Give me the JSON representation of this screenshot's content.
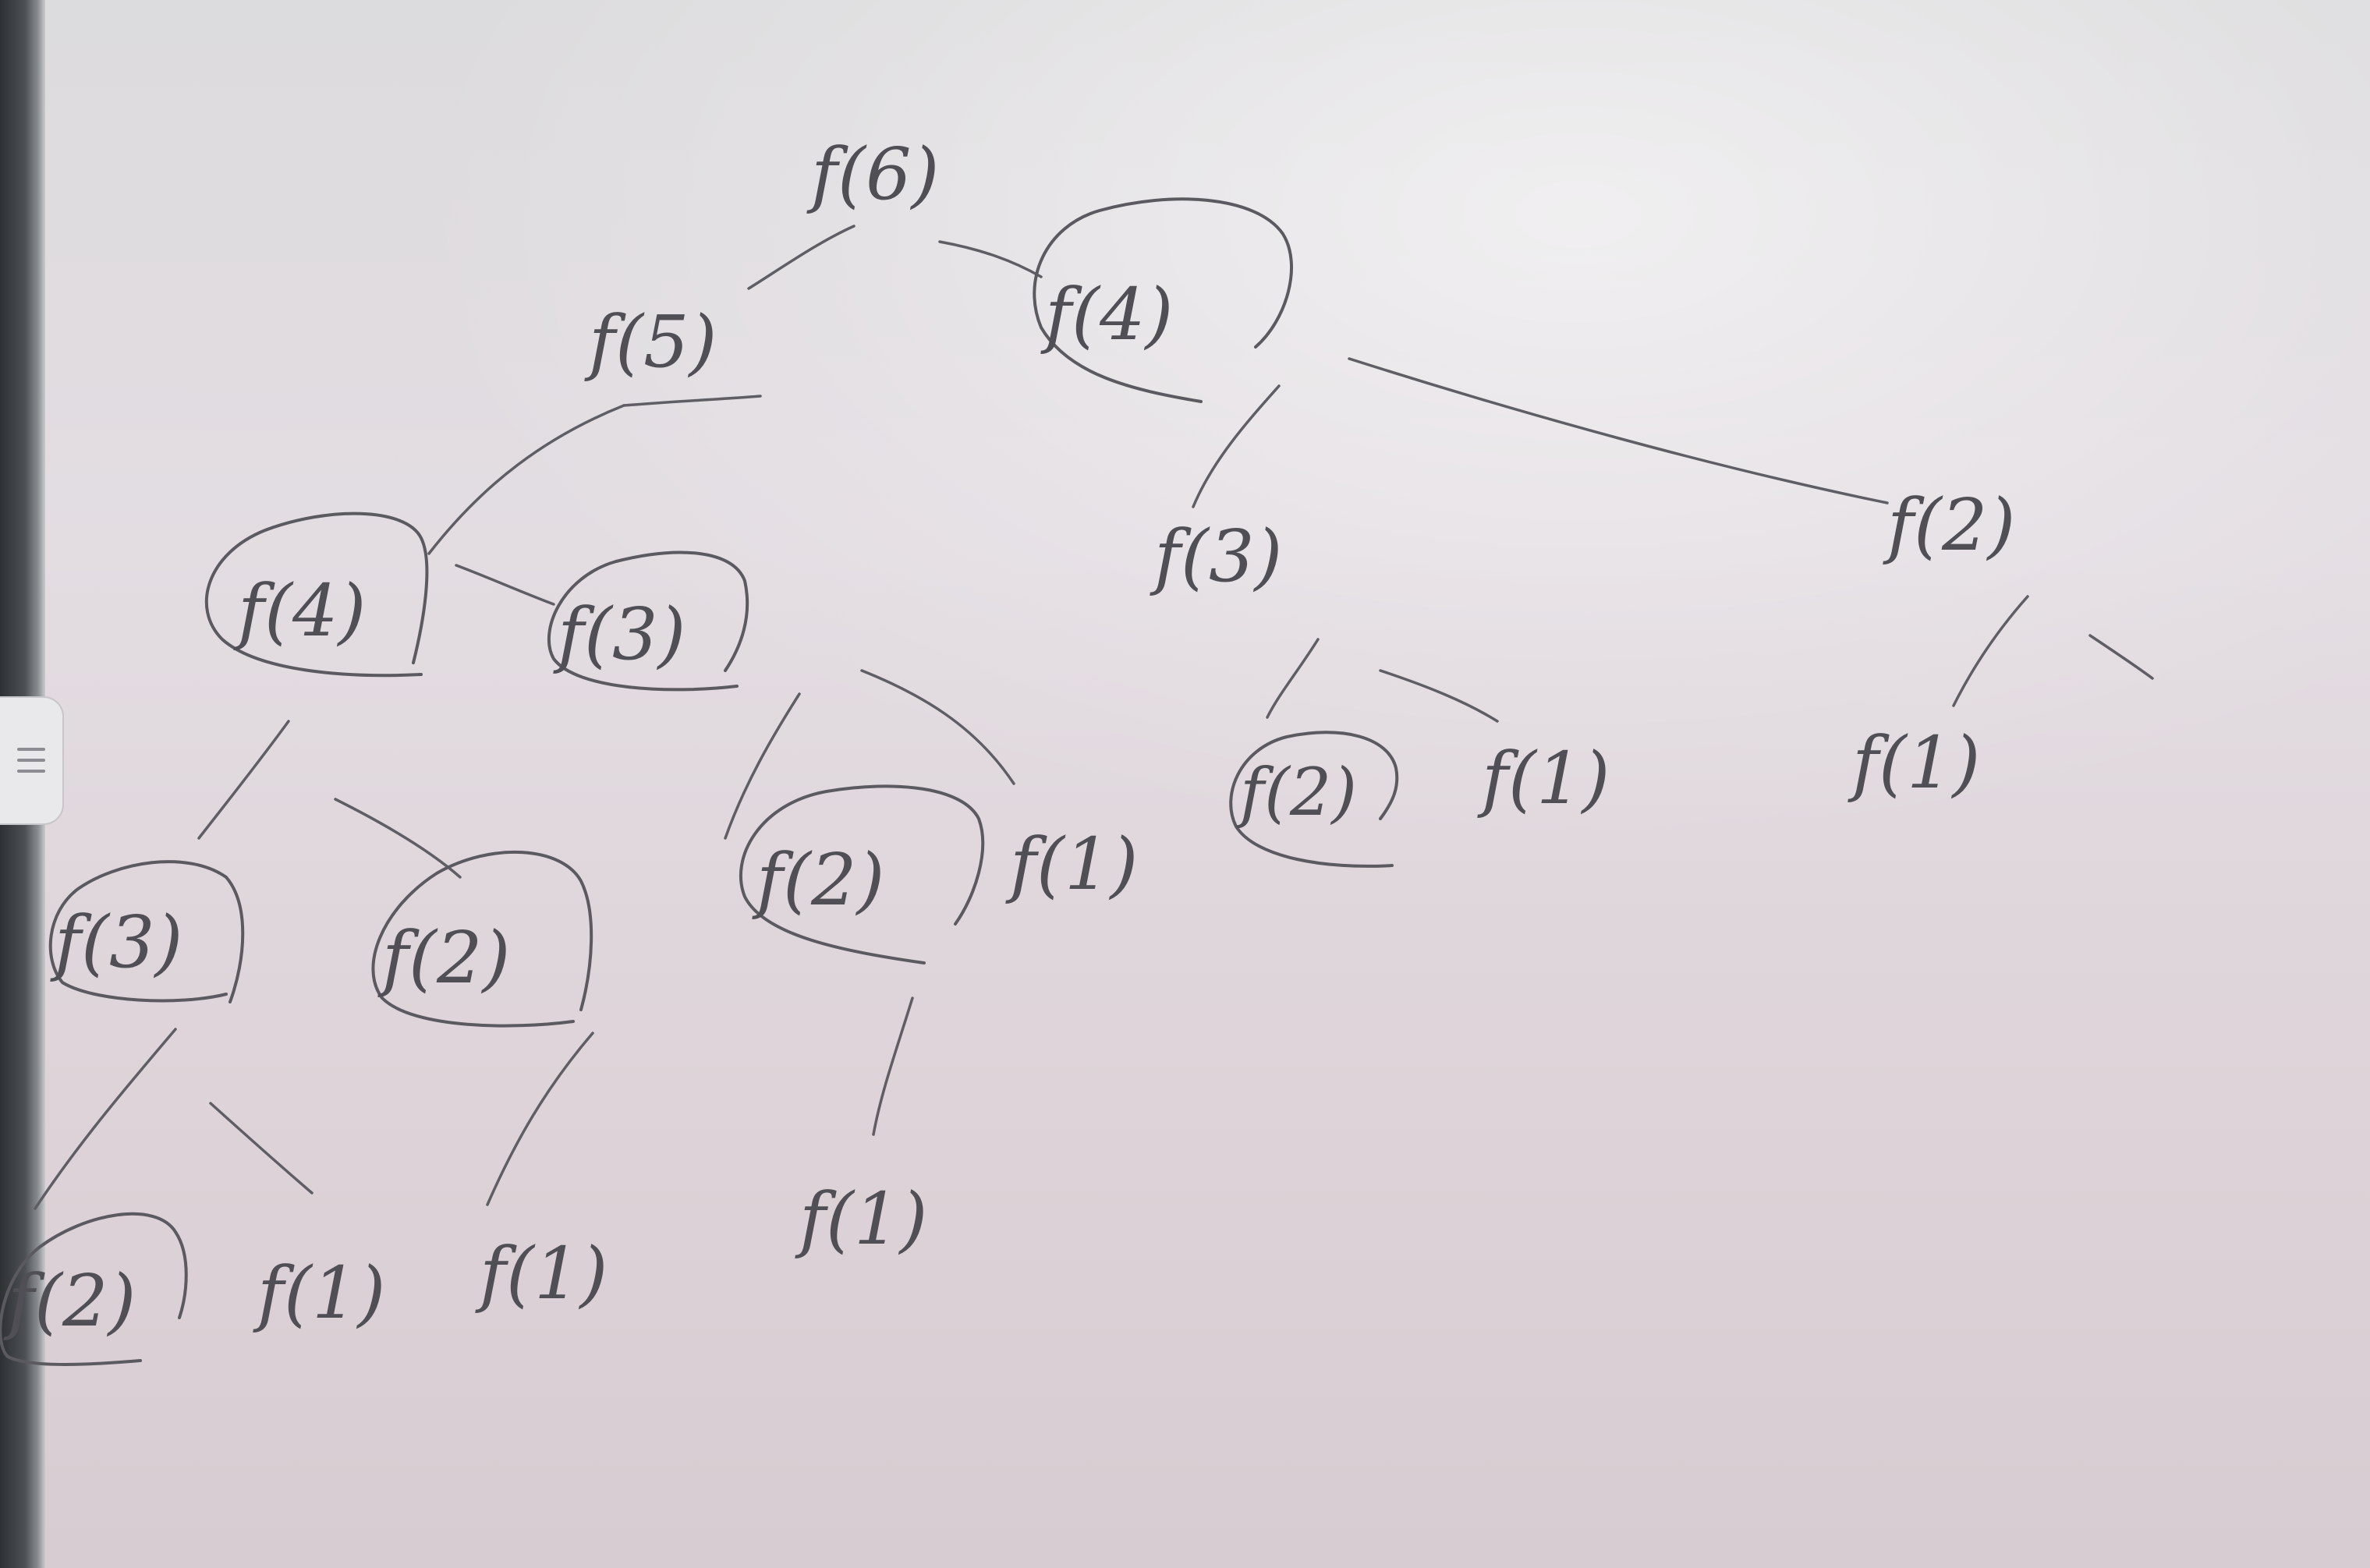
{
  "board": {
    "nodes": [
      {
        "id": "root",
        "label": "f(6)"
      },
      {
        "id": "a",
        "label": "f(5)"
      },
      {
        "id": "b",
        "label": "f(4)"
      },
      {
        "id": "aa",
        "label": "f(4)"
      },
      {
        "id": "ab",
        "label": "f(3)"
      },
      {
        "id": "ba",
        "label": "f(3)"
      },
      {
        "id": "bb",
        "label": "f(2)"
      },
      {
        "id": "aaa",
        "label": "f(3)"
      },
      {
        "id": "aab",
        "label": "f(2)"
      },
      {
        "id": "aba",
        "label": "f(2)"
      },
      {
        "id": "abb",
        "label": "f(1)"
      },
      {
        "id": "baa",
        "label": "f(2)"
      },
      {
        "id": "bab",
        "label": "f(1)"
      },
      {
        "id": "bba",
        "label": "f(1)"
      },
      {
        "id": "aaaa",
        "label": "f(2)"
      },
      {
        "id": "aaab",
        "label": "f(1)"
      },
      {
        "id": "aaba",
        "label": "f(1)"
      },
      {
        "id": "abaa",
        "label": "f(1)"
      }
    ],
    "circled": [
      "b",
      "aa",
      "ab",
      "aaa",
      "aab",
      "aba",
      "baa",
      "aaaa"
    ]
  },
  "side_handle": {
    "icon": "grip-lines-icon"
  }
}
